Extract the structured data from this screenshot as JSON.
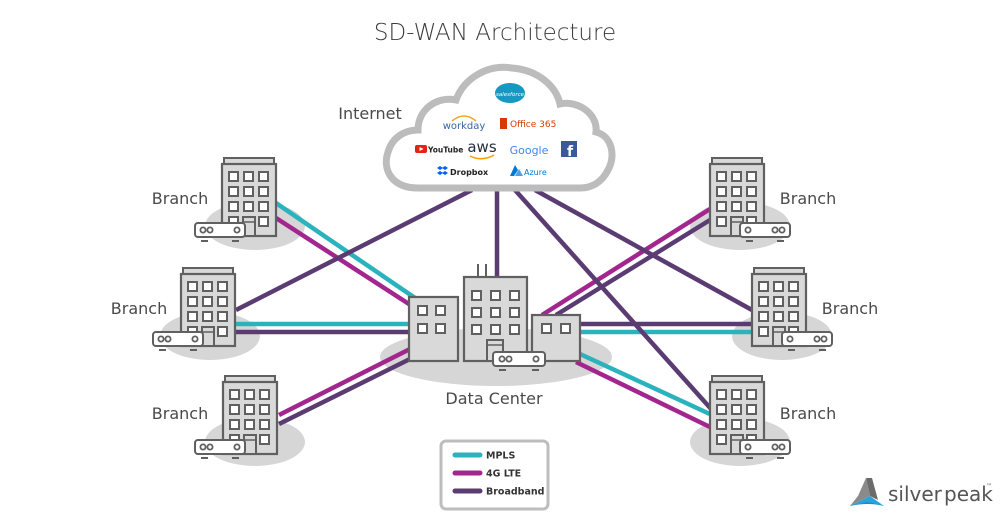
{
  "title": "SD-WAN Architecture",
  "colors": {
    "mpls": "#2bb3bd",
    "lte": "#a3268f",
    "broadband": "#5b3c72",
    "building_fill": "#d9d9d9",
    "building_stroke": "#606060",
    "shadow": "#d6d6d6",
    "cloud_stroke": "#bcbcbc"
  },
  "internet": {
    "label": "Internet",
    "services": [
      {
        "name": "salesforce",
        "label": "salesforce",
        "color": "#1798c1"
      },
      {
        "name": "workday",
        "label": "workday",
        "color": "#3a63a8"
      },
      {
        "name": "office365",
        "label": "Office 365",
        "color": "#d83b01"
      },
      {
        "name": "youtube",
        "label": "YouTube",
        "color": "#e62117"
      },
      {
        "name": "aws",
        "label": "aws",
        "color": "#232f3e"
      },
      {
        "name": "google",
        "label": "Google",
        "color": "#4285f4"
      },
      {
        "name": "facebook",
        "label": "f",
        "color": "#3b5998"
      },
      {
        "name": "dropbox",
        "label": "Dropbox",
        "color": "#0061fe"
      },
      {
        "name": "azure",
        "label": "Azure",
        "color": "#0078d4"
      }
    ]
  },
  "data_center": {
    "label": "Data Center"
  },
  "branches": [
    {
      "id": "branch-top-left",
      "label": "Branch",
      "side": "left"
    },
    {
      "id": "branch-middle-left",
      "label": "Branch",
      "side": "left"
    },
    {
      "id": "branch-bottom-left",
      "label": "Branch",
      "side": "left"
    },
    {
      "id": "branch-top-right",
      "label": "Branch",
      "side": "right"
    },
    {
      "id": "branch-middle-right",
      "label": "Branch",
      "side": "right"
    },
    {
      "id": "branch-bottom-right",
      "label": "Branch",
      "side": "right"
    }
  ],
  "connections": [
    {
      "from": "branch-top-left",
      "to": "data-center",
      "type": "mpls"
    },
    {
      "from": "branch-top-left",
      "to": "data-center",
      "type": "lte"
    },
    {
      "from": "branch-middle-left",
      "to": "data-center",
      "type": "mpls"
    },
    {
      "from": "branch-middle-left",
      "to": "data-center",
      "type": "broadband"
    },
    {
      "from": "branch-bottom-left",
      "to": "data-center",
      "type": "lte"
    },
    {
      "from": "branch-bottom-left",
      "to": "data-center",
      "type": "broadband"
    },
    {
      "from": "branch-top-right",
      "to": "data-center",
      "type": "lte"
    },
    {
      "from": "branch-top-right",
      "to": "data-center",
      "type": "broadband"
    },
    {
      "from": "branch-middle-right",
      "to": "data-center",
      "type": "broadband"
    },
    {
      "from": "branch-middle-right",
      "to": "data-center",
      "type": "mpls"
    },
    {
      "from": "branch-bottom-right",
      "to": "data-center",
      "type": "mpls"
    },
    {
      "from": "branch-bottom-right",
      "to": "data-center",
      "type": "lte"
    },
    {
      "from": "internet",
      "to": "branch-middle-left",
      "type": "broadband"
    },
    {
      "from": "internet",
      "to": "data-center",
      "type": "broadband"
    },
    {
      "from": "internet",
      "to": "branch-middle-right",
      "type": "broadband"
    },
    {
      "from": "internet",
      "to": "branch-bottom-right",
      "type": "broadband"
    }
  ],
  "legend": {
    "items": [
      {
        "type": "mpls",
        "label": "MPLS"
      },
      {
        "type": "lte",
        "label": "4G LTE"
      },
      {
        "type": "broadband",
        "label": "Broadband"
      }
    ]
  },
  "brand": {
    "name": "silver peak",
    "part1": "silver",
    "part2": "peak",
    "tm": "™"
  }
}
